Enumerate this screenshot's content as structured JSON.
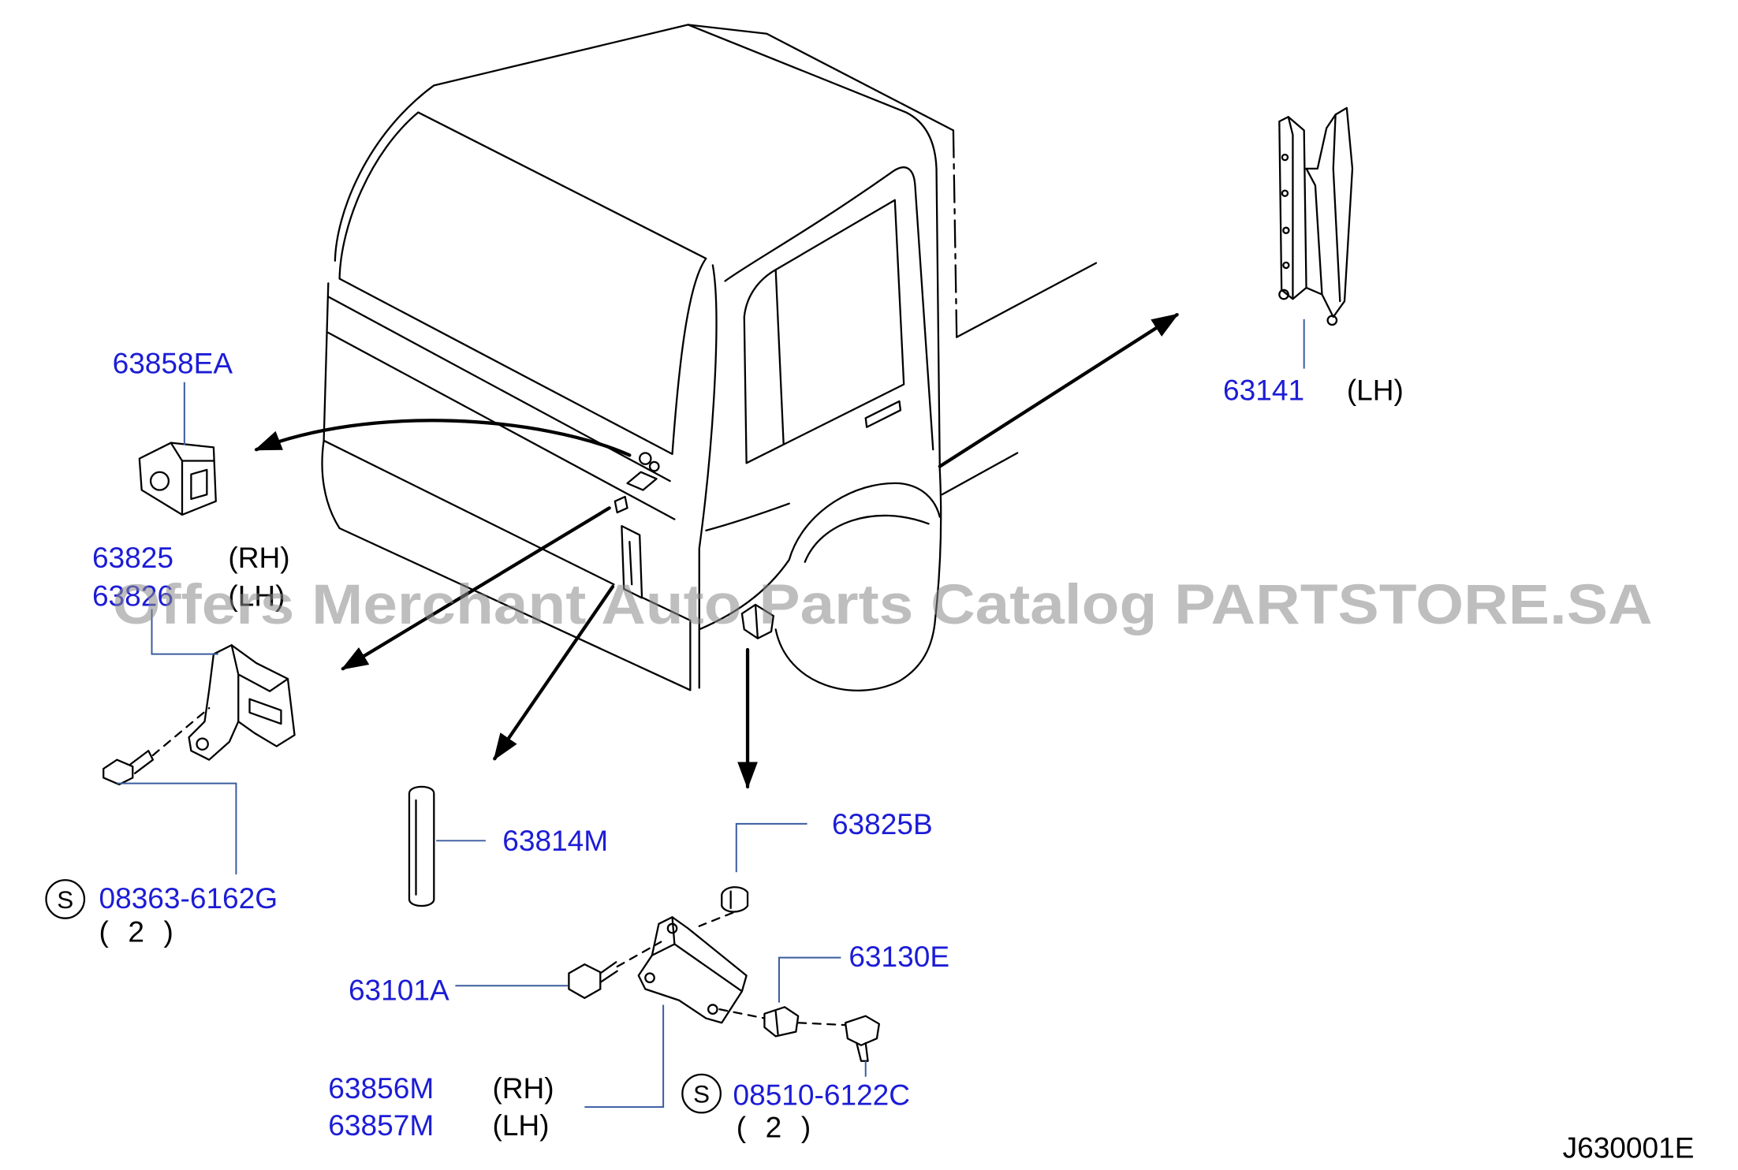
{
  "callouts": [
    {
      "part_no": "63858EA"
    },
    {
      "part_no": "63825",
      "side": "(RH)"
    },
    {
      "part_no": "63826",
      "side": "(LH)"
    },
    {
      "part_no": "63141",
      "side": "(LH)"
    },
    {
      "part_no": "63814M"
    },
    {
      "part_no": "63825B"
    },
    {
      "part_no": "63130E"
    },
    {
      "part_no": "63101A"
    },
    {
      "part_no": "63856M",
      "side": "(RH)"
    },
    {
      "part_no": "63857M",
      "side": "(LH)"
    }
  ],
  "standard_parts": [
    {
      "symbol": "S",
      "part_no": "08363-6162G",
      "qty": "( 2 )"
    },
    {
      "symbol": "S",
      "part_no": "08510-6122C",
      "qty": "( 2 )"
    }
  ],
  "watermark": "Offers Merchant Auto Parts Catalog PARTSTORE.SA",
  "figure_code": "J630001E",
  "colors": {
    "part_no": "#1c1cd6",
    "text": "#000000",
    "leader": "#3a5c9e",
    "drawing": "#000000",
    "watermark": "#8a8a8a",
    "background": "#ffffff"
  }
}
